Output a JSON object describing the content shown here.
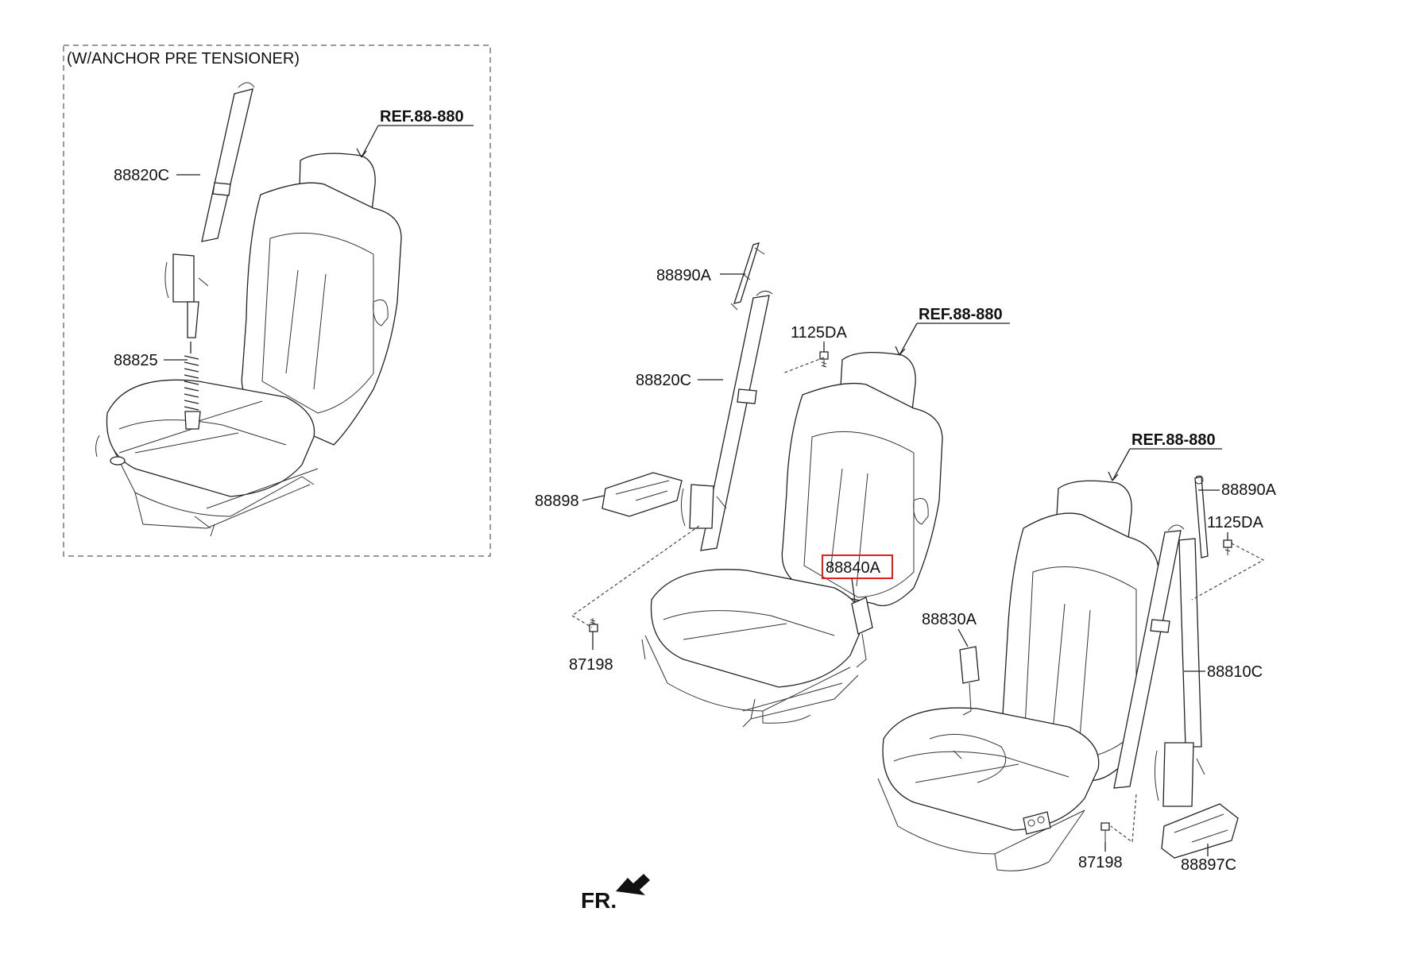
{
  "diagram": {
    "inset_title": "(W/ANCHOR PRE TENSIONER)",
    "direction_label": "FR.",
    "highlighted_part": "88840A",
    "highlight_color": "#e02020",
    "inset": {
      "ref": "REF.88-880",
      "belt": "88820C",
      "pretensioner": "88825"
    },
    "center": {
      "ref": "REF.88-880",
      "height_adjuster": "88890A",
      "bolt_upper": "1125DA",
      "belt": "88820C",
      "cover": "88898",
      "buckle": "88840A",
      "bolt_lower": "87198"
    },
    "right": {
      "ref": "REF.88-880",
      "height_adjuster": "88890A",
      "bolt_upper": "1125DA",
      "buckle": "88830A",
      "belt": "88810C",
      "bolt_lower": "87198",
      "cover": "88897C"
    }
  }
}
